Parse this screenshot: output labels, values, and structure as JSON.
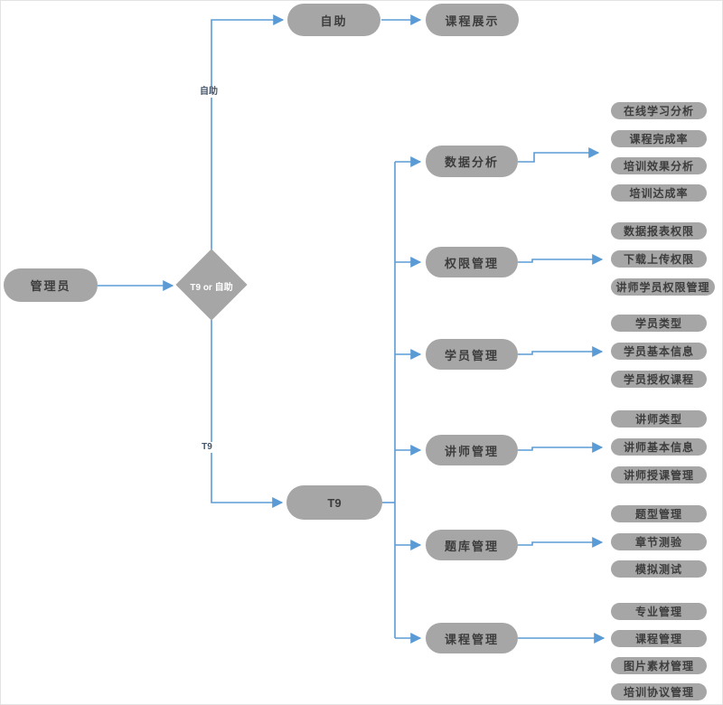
{
  "colors": {
    "shape_fill": "#a6a6a6",
    "shape_text": "#3d3d3d",
    "diamond_text": "#ffffff",
    "connector": "#5b9bd5",
    "edge_label_text": "#44546a",
    "background": "#ffffff"
  },
  "root": {
    "label": "管理员"
  },
  "decision": {
    "label": "T9 or 自助"
  },
  "edge_labels": {
    "top": "自助",
    "bottom": "T9"
  },
  "top_branch": {
    "node": "自助",
    "child": "课程展示"
  },
  "bottom_branch": {
    "node": "T9"
  },
  "modules": [
    {
      "label": "数据分析",
      "children": [
        "在线学习分析",
        "课程完成率",
        "培训效果分析",
        "培训达成率"
      ]
    },
    {
      "label": "权限管理",
      "children": [
        "数据报表权限",
        "下载上传权限",
        "讲师学员权限管理"
      ]
    },
    {
      "label": "学员管理",
      "children": [
        "学员类型",
        "学员基本信息",
        "学员授权课程"
      ]
    },
    {
      "label": "讲师管理",
      "children": [
        "讲师类型",
        "讲师基本信息",
        "讲师授课管理"
      ]
    },
    {
      "label": "题库管理",
      "children": [
        "题型管理",
        "章节测验",
        "模拟测试"
      ]
    },
    {
      "label": "课程管理",
      "children": [
        "专业管理",
        "课程管理",
        "图片素材管理",
        "培训协议管理"
      ]
    }
  ]
}
